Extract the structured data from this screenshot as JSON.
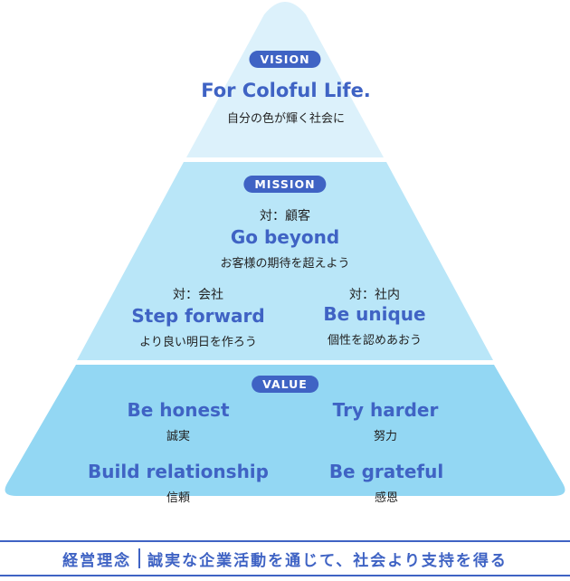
{
  "vision": {
    "badge": "VISION",
    "title": "For Coloful Life.",
    "subtitle": "自分の色が輝く社会に"
  },
  "mission": {
    "badge": "MISSION",
    "main": {
      "target": "対：顧客",
      "title": "Go beyond",
      "subtitle": "お客様の期待を超えよう"
    },
    "left": {
      "target": "対：会社",
      "title": "Step forward",
      "subtitle": "より良い明日を作ろう"
    },
    "right": {
      "target": "対：社内",
      "title": "Be unique",
      "subtitle": "個性を認めあおう"
    }
  },
  "value": {
    "badge": "VALUE",
    "items": [
      {
        "title": "Be honest",
        "subtitle": "誠実"
      },
      {
        "title": "Try harder",
        "subtitle": "努力"
      },
      {
        "title": "Build relationship",
        "subtitle": "信頼"
      },
      {
        "title": "Be grateful",
        "subtitle": "感恩"
      }
    ]
  },
  "philosophy": {
    "label": "経営理念",
    "text": "誠実な企業活動を通じて、社会より支持を得る"
  },
  "colors": {
    "accent": "#3f63c4",
    "vision_fill": "#dcf1fb",
    "mission_fill": "#b9e6f8",
    "value_fill": "#93d7f3"
  }
}
